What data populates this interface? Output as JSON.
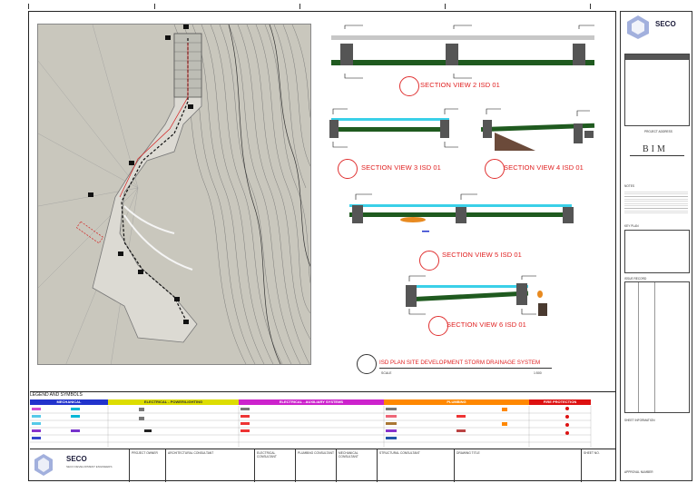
{
  "sheet": {
    "brand": "SECO",
    "brand_sub": "SECO DEVELOPMENT ENGINEERS",
    "section_views": [
      {
        "label": "SECTION VIEW 2 ISD 01"
      },
      {
        "label": "SECTION VIEW 3 ISD 01"
      },
      {
        "label": "SECTION VIEW 4 ISD 01"
      },
      {
        "label": "SECTION VIEW 5 ISD 01"
      },
      {
        "label": "SECTION VIEW 6 ISD 01"
      }
    ],
    "plan_title": "ISD PLAN SITE DEVELOPMENT STORM DRAINAGE SYSTEM",
    "scale_label": "SCALE",
    "scale_value": "1:500",
    "legend": {
      "header": "LEGEND AND SYMBOLS",
      "categories": [
        {
          "label": "MECHANICAL",
          "color": "#2233cc"
        },
        {
          "label": "ELECTRICAL - POWER/LIGHTING",
          "color": "#dddd00"
        },
        {
          "label": "ELECTRICAL - AUXILIARY SYSTEMS",
          "color": "#cc22cc"
        },
        {
          "label": "PLUMBING",
          "color": "#ff8800"
        },
        {
          "label": "FIRE PROTECTION",
          "color": "#dd1111"
        }
      ]
    },
    "title_block": {
      "cells": [
        "PROJECT OWNER",
        "ARCHITECTURAL CONSULTANT",
        "ELECTRICAL CONSULTANT",
        "PLUMBING CONSULTANT",
        "MECHANICAL CONSULTANT",
        "STRUCTURAL CONSULTANT",
        "DRAWING TITLE",
        "SHEET NO."
      ]
    }
  },
  "right_panel": {
    "brand": "SECO",
    "project_address": "PROJECT ADDRESS",
    "bim_label": "BIM",
    "notes_label": "NOTES",
    "key_plan_label": "KEY PLAN",
    "issue_record_label": "ISSUE RECORD",
    "sheet_info_label": "SHEET INFORMATION",
    "approval_label": "APPROVAL NUMBER"
  },
  "colors": {
    "accent_red": "#e02020",
    "pipe_green": "#1f5a1f",
    "pipe_cyan": "#3ad0e8",
    "plan_bg": "#c8c6bf"
  }
}
